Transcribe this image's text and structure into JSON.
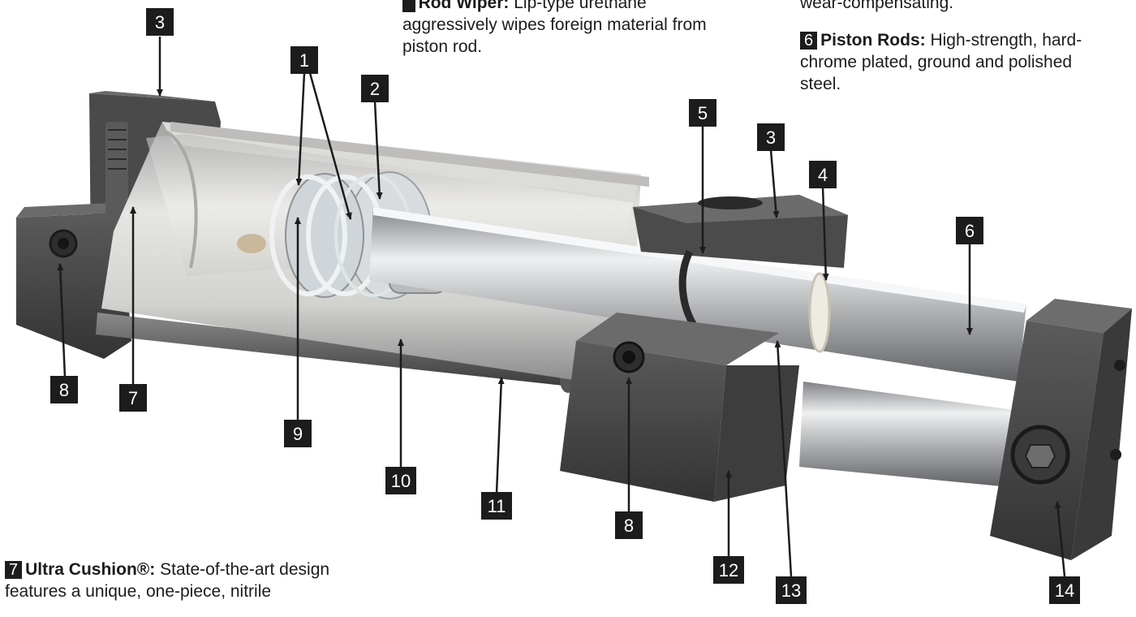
{
  "callouts": [
    {
      "id": "c3a",
      "label": "3"
    },
    {
      "id": "c1",
      "label": "1"
    },
    {
      "id": "c2",
      "label": "2"
    },
    {
      "id": "c5",
      "label": "5"
    },
    {
      "id": "c3b",
      "label": "3"
    },
    {
      "id": "c4",
      "label": "4"
    },
    {
      "id": "c6",
      "label": "6"
    },
    {
      "id": "c8a",
      "label": "8"
    },
    {
      "id": "c7",
      "label": "7"
    },
    {
      "id": "c9",
      "label": "9"
    },
    {
      "id": "c10",
      "label": "10"
    },
    {
      "id": "c11",
      "label": "11"
    },
    {
      "id": "c8b",
      "label": "8"
    },
    {
      "id": "c12",
      "label": "12"
    },
    {
      "id": "c13",
      "label": "13"
    },
    {
      "id": "c14",
      "label": "14"
    }
  ],
  "notes": {
    "rod_wiper": {
      "title": "Rod Wiper:",
      "line1_rest": "Lip-type urethane",
      "line2": "aggressively wipes foreign material from",
      "line3": "piston rod."
    },
    "wear_comp": {
      "line": "wear-compensating."
    },
    "piston_rods": {
      "number": "6",
      "title": "Piston Rods:",
      "line1_rest": "High-strength, hard-",
      "line2": "chrome plated, ground and polished",
      "line3": "steel."
    },
    "ultra_cushion": {
      "number": "7",
      "title": "Ultra Cushion®:",
      "line1_rest": "State-of-the-art design",
      "line2": "features a unique, one-piece, nitrile"
    }
  },
  "colors": {
    "block": "#3f3f3f",
    "barrel": "#d9d9d6",
    "rod": "#c4c6c8",
    "label_bg": "#1c1c1c"
  }
}
